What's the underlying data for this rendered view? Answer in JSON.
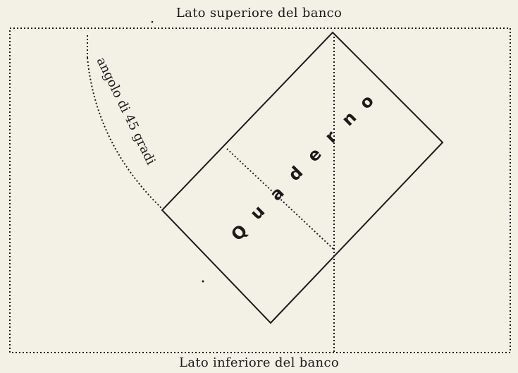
{
  "labels": {
    "top": "Lato superiore del banco",
    "bottom": "Lato inferiore del banco",
    "arc": "angolo di 45 gradi"
  },
  "notebook": {
    "letters": [
      "Q",
      "u",
      "a",
      "d",
      "e",
      "r",
      "n",
      "o"
    ]
  },
  "colors": {
    "background": "#f3f0e6",
    "ink": "#1b1b1b"
  }
}
